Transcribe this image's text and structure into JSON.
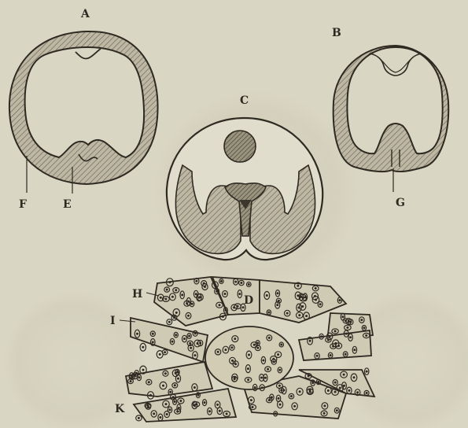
{
  "figures": {
    "A": {
      "label": "A"
    },
    "B": {
      "label": "B"
    },
    "C": {
      "label": "C"
    },
    "D": {
      "label": "D"
    }
  },
  "markers": {
    "E": "E",
    "F": "F",
    "G": "G",
    "H": "H",
    "I": "I",
    "K": "K"
  },
  "colors": {
    "paper": "#d9d6c3",
    "ink": "#2e2a22",
    "hatch_fill": "#b7b19e"
  }
}
